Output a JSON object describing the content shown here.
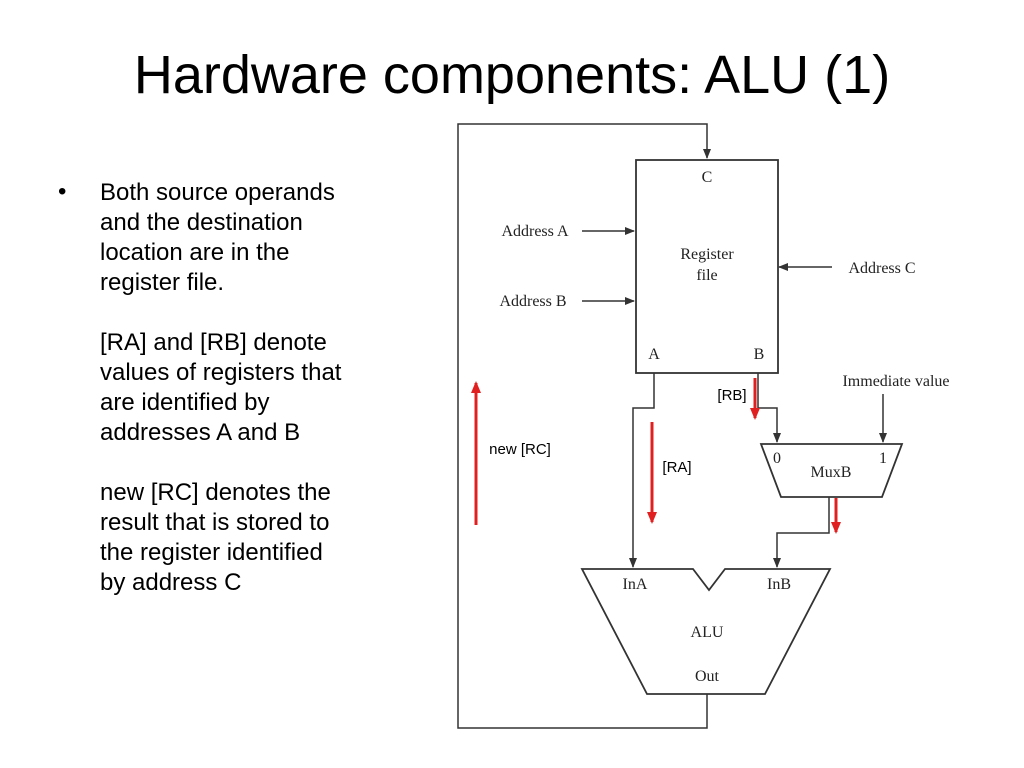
{
  "title": "Hardware components: ALU (1)",
  "bullet_symbol": "•",
  "bullet_paragraphs": [
    "Both source operands\nand the destination\nlocation are in the\nregister file.",
    "[RA] and [RB] denote\nvalues of registers that\nare identified by\naddresses A and B",
    "new [RC] denotes the\nresult that is stored to\nthe register identified\nby address C"
  ],
  "diagram": {
    "register_file": {
      "label_line1": "Register",
      "label_line2": "file",
      "port_c": "C",
      "port_a": "A",
      "port_b": "B"
    },
    "address_a": "Address A",
    "address_b": "Address B",
    "address_c": "Address C",
    "immediate": "Immediate value",
    "muxb": {
      "label": "MuxB",
      "in0": "0",
      "in1": "1"
    },
    "alu": {
      "label": "ALU",
      "ina": "InA",
      "inb": "InB",
      "out": "Out"
    },
    "ann_rb": "[RB]",
    "ann_ra": "[RA]",
    "ann_new_rc": "new [RC]",
    "highlight_color": "#e02020"
  }
}
